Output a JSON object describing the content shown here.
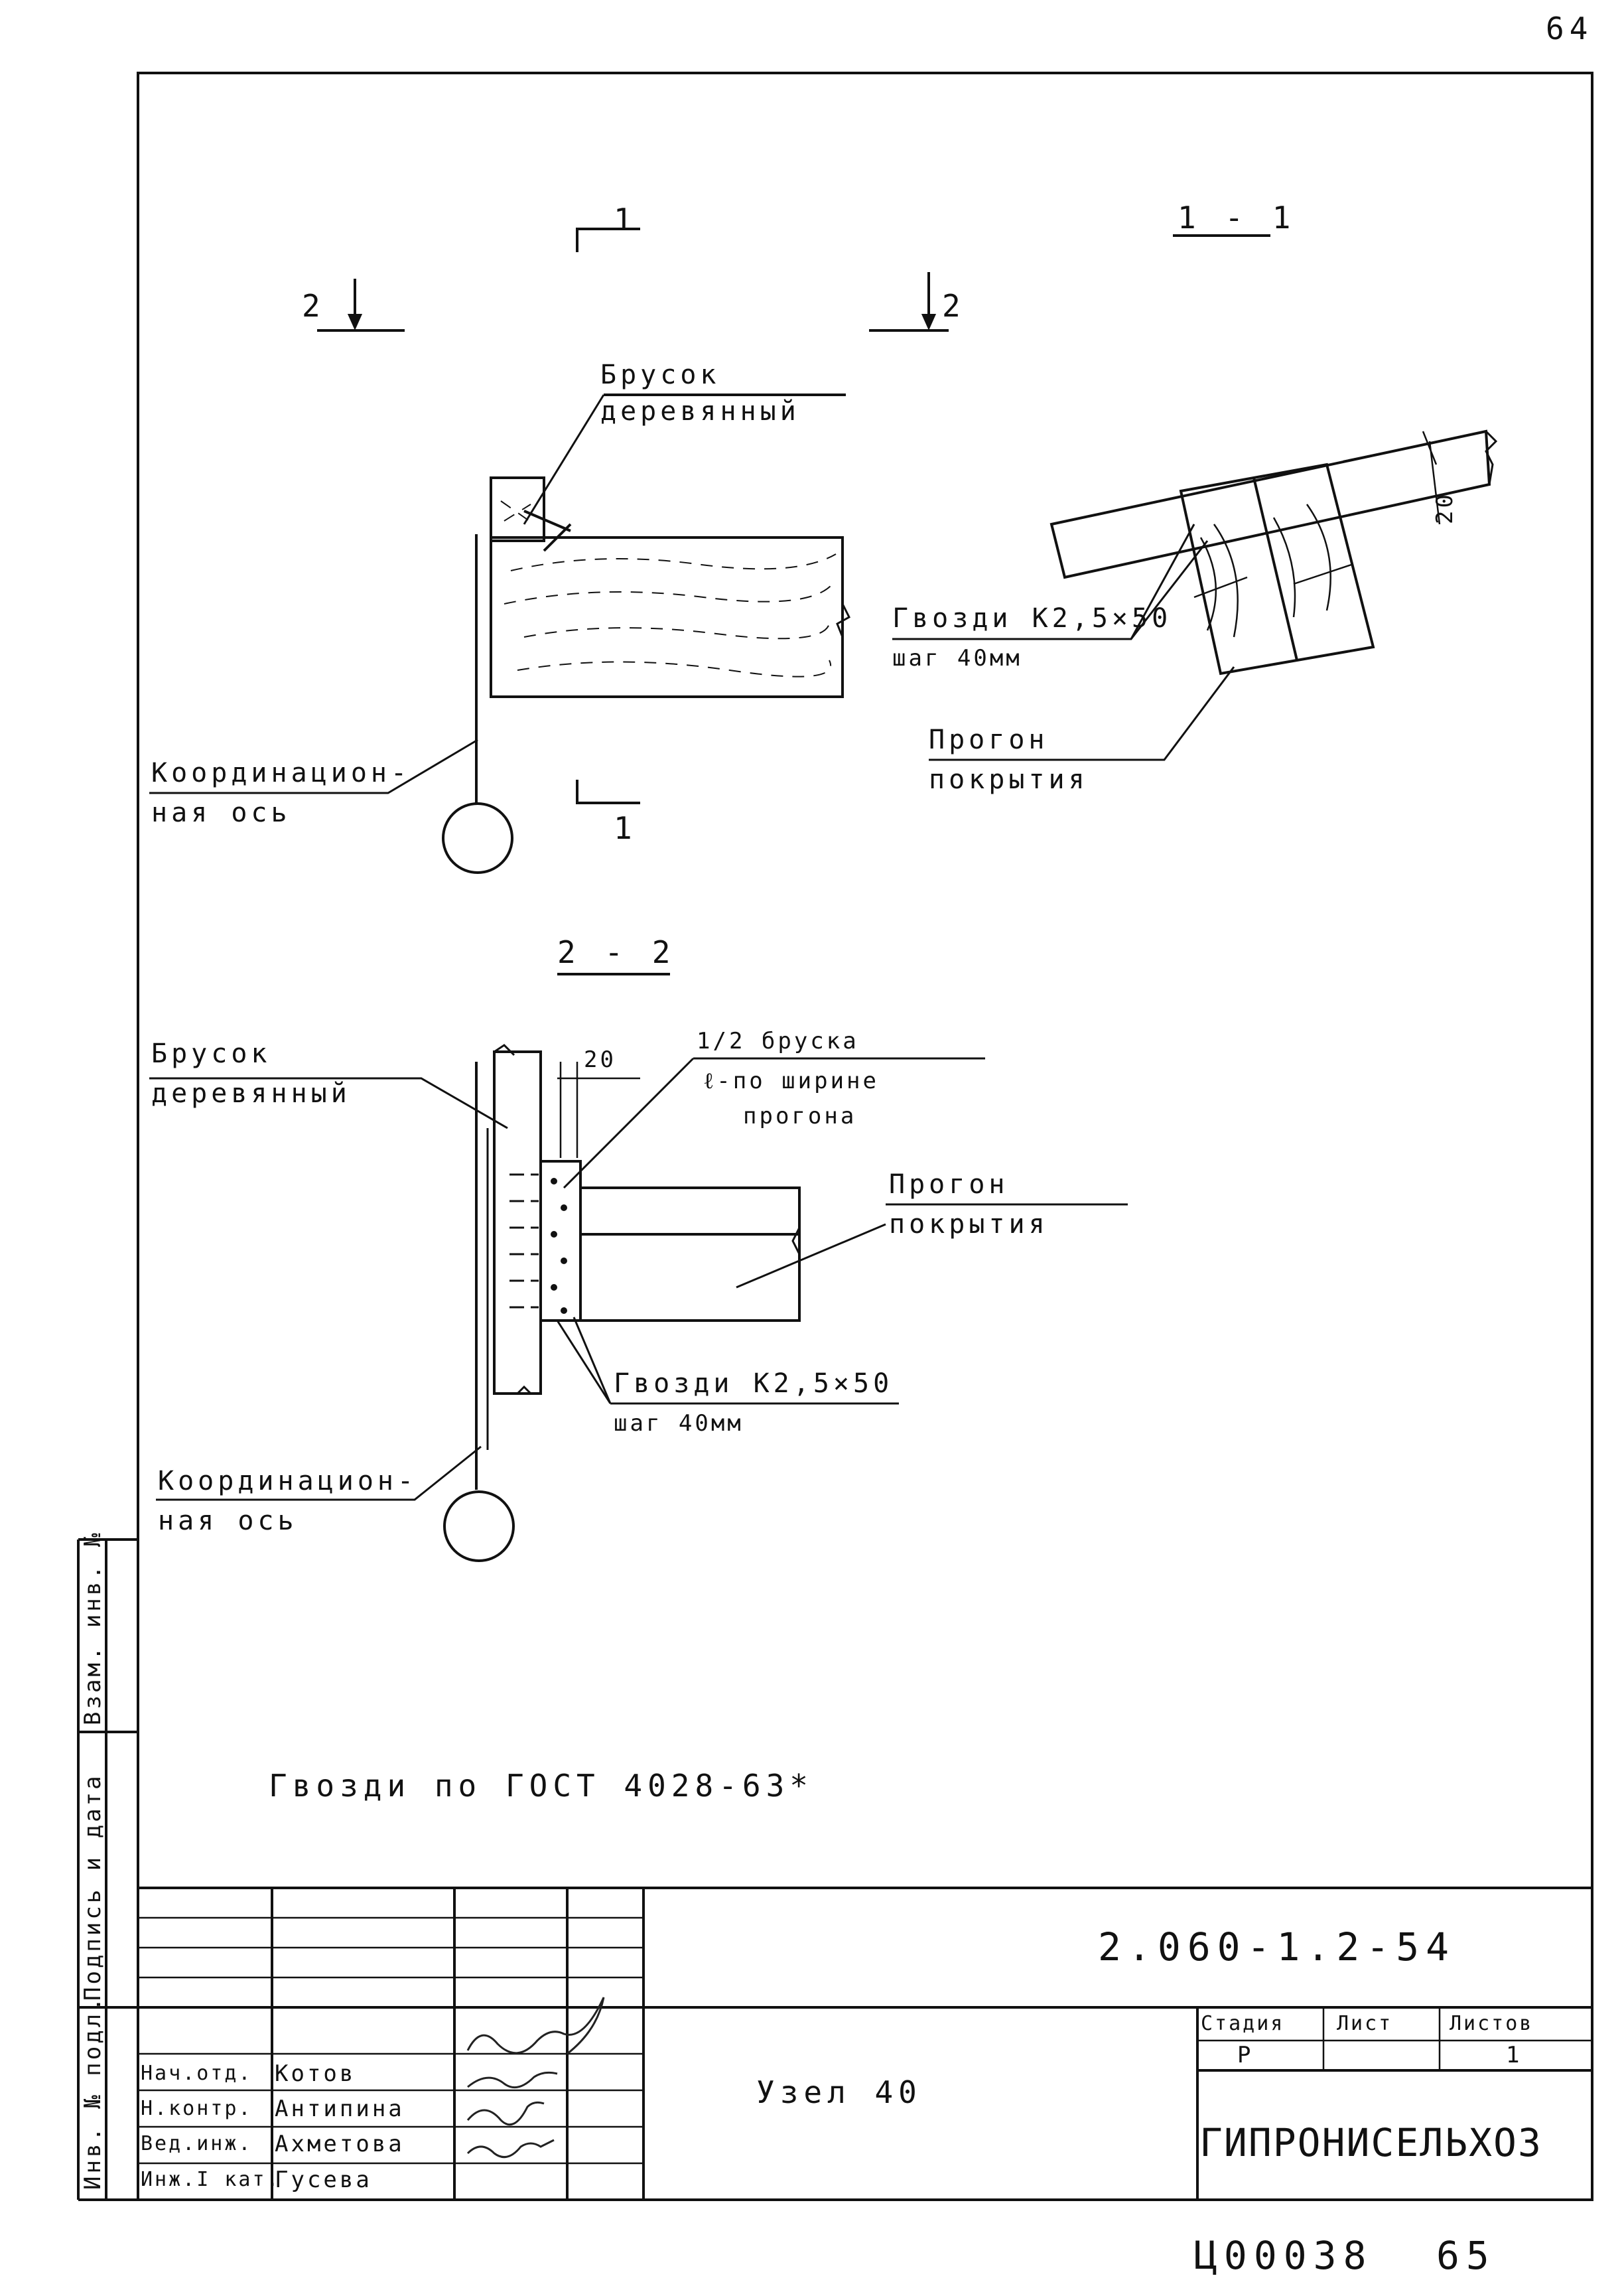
{
  "page_number_top": "64",
  "page_number_bottom": "65",
  "archive_code": "Ц00038",
  "view_labels": {
    "section_mark_1": "1",
    "section_mark_1b": "1",
    "section_mark_2_left": "2",
    "section_mark_2_right": "2",
    "section_1_1": "1 - 1",
    "section_2_2": "2 - 2"
  },
  "plan_view": {
    "block_label_l1": "Брусок",
    "block_label_l2": "деревянный",
    "axis_label_l1": "Координацион-",
    "axis_label_l2": "ная ось"
  },
  "section_1_1": {
    "nails_l1": "Гвозди К2,5×50",
    "nails_l2": "шаг 40мм",
    "purlin_l1": "Прогон",
    "purlin_l2": "покрытия",
    "dimension": "20"
  },
  "section_2_2": {
    "block_label_l1": "Брусок",
    "block_label_l2": "деревянный",
    "dimension": "20",
    "half_block_l1": "1/2 бруска",
    "half_block_l2": "ℓ-по ширине",
    "half_block_l3": "прогона",
    "purlin_l1": "Прогон",
    "purlin_l2": "покрытия",
    "nails_l1": "Гвозди К2,5×50",
    "nails_l2": "шаг 40мм",
    "axis_label_l1": "Координацион-",
    "axis_label_l2": "ная ось"
  },
  "note": "Гвозди по ГОСТ 4028-63*",
  "side_stamp": {
    "inv_podl": "Инв. № подл.",
    "signature_date": "Подпись и дата",
    "vzam_inv": "Взам. инв. №"
  },
  "title_block": {
    "doc_code": "2.060-1.2-54",
    "node_title": "Узел 40",
    "organization": "ГИПРОНИСЕЛЬХОЗ",
    "headers": {
      "stage": "Стадия",
      "sheet": "Лист",
      "sheets": "Листов"
    },
    "values": {
      "stage": "Р",
      "sheet": "",
      "sheets": "1"
    },
    "staff": [
      {
        "role": "Нач.отд.",
        "name": "Котов"
      },
      {
        "role": "Н.контр.",
        "name": "Антипина"
      },
      {
        "role": "Вед.инж.",
        "name": "Ахметова"
      },
      {
        "role": "Инж.I кат.",
        "name": "Гусева"
      }
    ]
  }
}
